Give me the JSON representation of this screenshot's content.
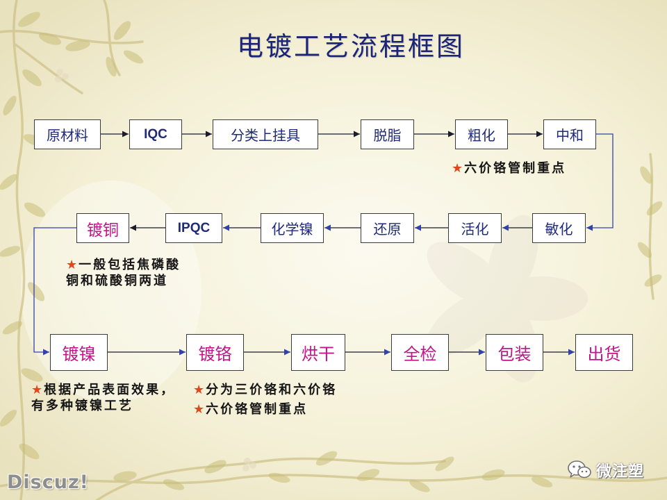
{
  "title": "电镀工艺流程框图",
  "marker": "★",
  "steps": {
    "row1": [
      "原材料",
      "IQC",
      "分类上挂具",
      "脱脂",
      "粗化",
      "中和"
    ],
    "row2": [
      "镀铜",
      "IPQC",
      "化学镍",
      "还原",
      "活化",
      "敏化"
    ],
    "row3": [
      "镀镍",
      "镀铬",
      "烘干",
      "全检",
      "包装",
      "出货"
    ]
  },
  "notes": {
    "roughening": [
      "六价铬管制重点"
    ],
    "copper": [
      "一般包括焦磷酸",
      "铜和硫酸铜两道"
    ],
    "nickel": [
      "根据产品表面效果，",
      "有多种镀镍工艺"
    ],
    "chrome": [
      "分为三价铬和六价铬",
      "六价铬管制重点"
    ]
  },
  "watermarks": {
    "forum": "Discuz!",
    "wechat_account": "微注塑"
  },
  "icons": {
    "watermark": "wechat-icon"
  },
  "colors": {
    "title": "#1c2575",
    "step_text": "#1f2a7a",
    "plating_text": "#c2158a",
    "marker": "#e2461c",
    "note_text": "#151515",
    "box_border": "#3a3a3a",
    "arrow": "#1b1b2b",
    "connector": "#3242a8",
    "background": "#f4f0d6"
  }
}
